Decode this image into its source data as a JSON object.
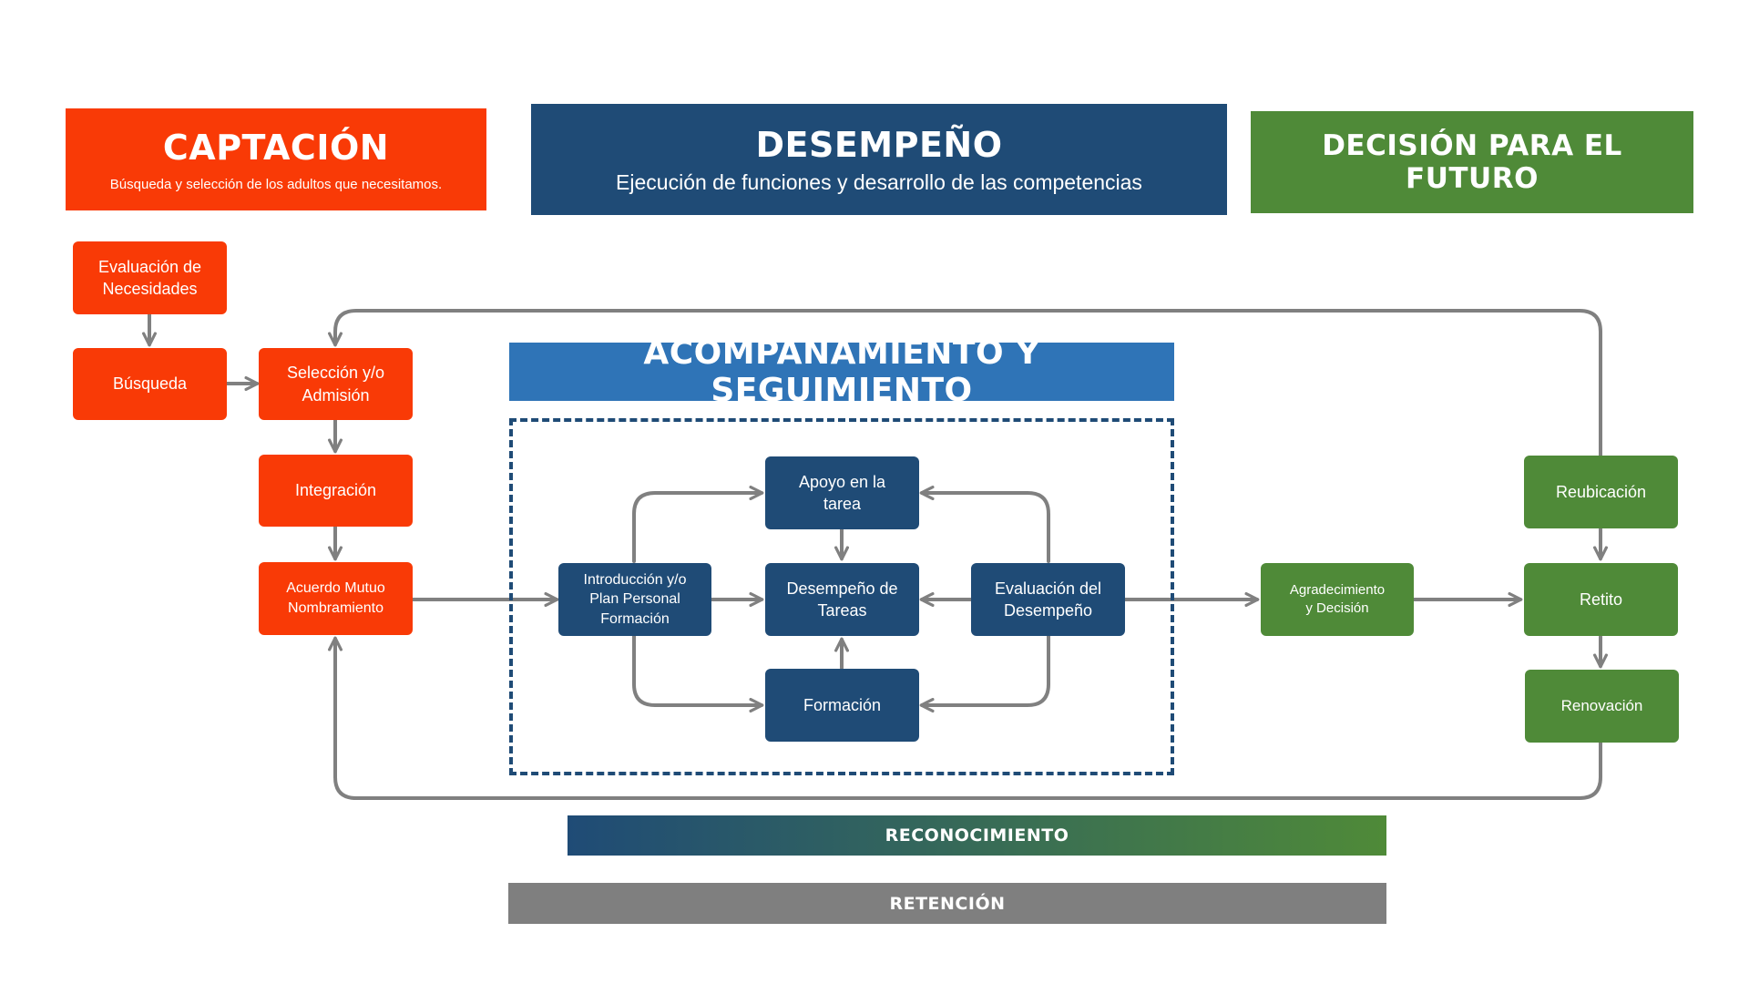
{
  "headers": {
    "captacion": {
      "title": "CAPTACIÓN",
      "subtitle": "Búsqueda y selección de los adultos que necesitamos."
    },
    "desempeno": {
      "title": "DESEMPEÑO",
      "subtitle": "Ejecución de funciones y desarrollo de las competencias"
    },
    "decision": {
      "title": "DECISIÓN PARA EL FUTURO"
    },
    "acompanamiento": {
      "title": "ACOMPAÑAMIENTO Y SEGUIMIENTO"
    }
  },
  "nodes": {
    "evaluacion_necesidades": "Evaluación de Necesidades",
    "busqueda": "Búsqueda",
    "seleccion": "Selección y/o Admisión",
    "integracion": "Integración",
    "acuerdo": "Acuerdo Mutuo Nombramiento",
    "introduccion": "Introducción y/o Plan Personal Formación",
    "apoyo": "Apoyo en la tarea",
    "desempeno_tareas": "Desempeño de Tareas",
    "formacion": "Formación",
    "evaluacion_desempeno": "Evaluación del Desempeño",
    "agradecimiento": "Agradecimiento y Decisión",
    "reubicacion": "Reubicación",
    "retito": "Retito",
    "renovacion": "Renovación"
  },
  "bars": {
    "reconocimiento": "RECONOCIMIENTO",
    "retencion": "RETENCIÓN"
  },
  "colors": {
    "captacion": "#f93a06",
    "desempeno": "#1f4b76",
    "decision": "#4f8a38",
    "acompanamiento": "#2f74b7",
    "retencion": "#7f7f7f",
    "arrow": "#808080"
  }
}
